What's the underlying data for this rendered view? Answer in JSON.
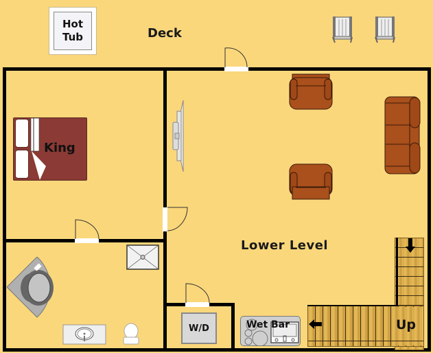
{
  "floor_plan": {
    "title": "Lower Level",
    "background_color": "#fad77b",
    "wall_color": "#000000",
    "areas": {
      "deck": {
        "label": "Deck"
      },
      "main_room": {
        "label": "Lower Level"
      },
      "bedroom": {
        "bed_label": "King"
      },
      "laundry": {
        "label": "W/D"
      },
      "wet_bar": {
        "label": "Wet Bar"
      },
      "stairs": {
        "label": "Up"
      }
    },
    "fixtures": {
      "hot_tub": {
        "line1": "Hot",
        "line2": "Tub"
      }
    },
    "furniture_colors": {
      "sofa": "#a9501c",
      "bed": "#8b3a35",
      "stairs_wood": "#d9a946"
    },
    "icons": [
      "rocking-chair-icon",
      "rocking-chair-icon",
      "armchair-icon",
      "armchair-icon",
      "sofa-icon",
      "tv-icon",
      "bed-icon",
      "corner-tub-icon",
      "shower-icon",
      "sink-icon",
      "toilet-icon",
      "door-swing-icon",
      "stairs-arrow-icon"
    ]
  }
}
